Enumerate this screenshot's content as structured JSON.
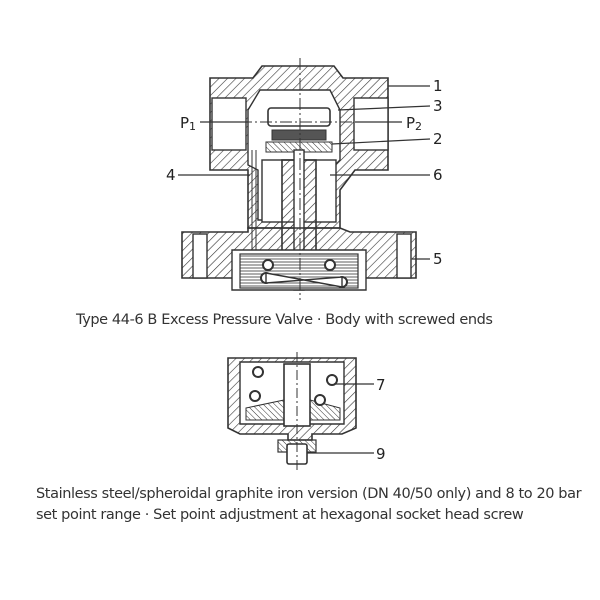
{
  "figure1": {
    "caption": "Type 44-6 B Excess Pressure Valve · Body with screwed ends",
    "labels": {
      "p1": "P1",
      "p2": "P2",
      "callouts": [
        "1",
        "3",
        "2",
        "4",
        "6",
        "5"
      ]
    }
  },
  "figure2": {
    "caption": "Stainless steel/spheroidal graphite iron version (DN 40/50 only) and 8 to 20 bar set point range · Set point adjustment at hexagonal socket head screw",
    "labels": {
      "callouts": [
        "7",
        "9"
      ]
    }
  },
  "colors": {
    "line": "#333333",
    "background": "#ffffff"
  }
}
